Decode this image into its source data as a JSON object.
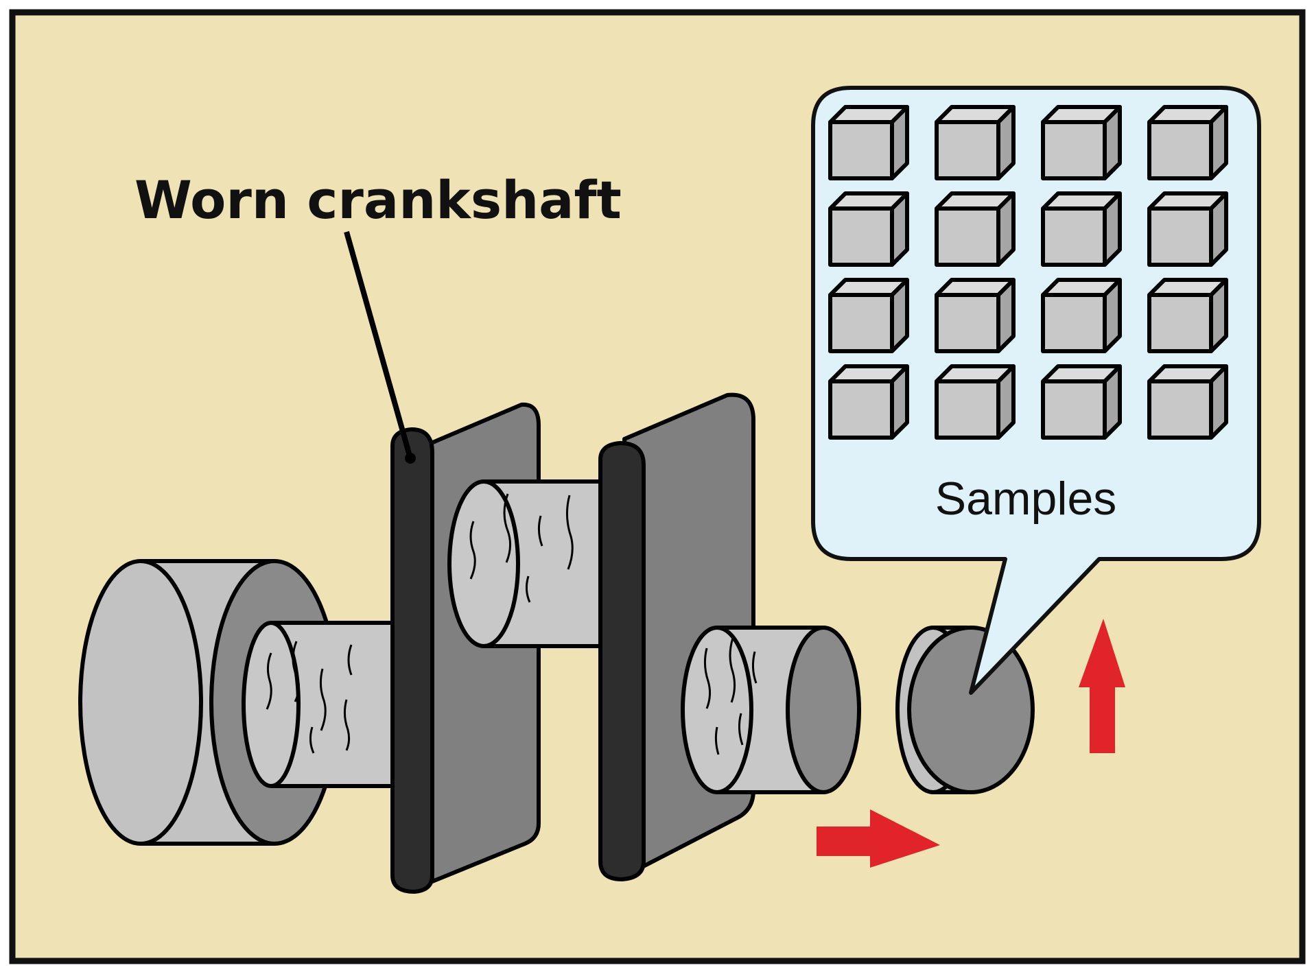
{
  "labels": {
    "crankshaft": "Worn crankshaft",
    "samples": "Samples"
  },
  "colors": {
    "background": "#efe2b4",
    "frame": "#111111",
    "callout_fill": "#dff2fa",
    "cube_front": "#c8c8c8",
    "cube_top": "#dcdcdc",
    "cube_side": "#a5a5a5",
    "journal_light": "#c8c8c8",
    "journal_dark": "#8a8a8a",
    "web_face": "#808080",
    "web_edge": "#2d2d2d",
    "arrow": "#e0242a"
  },
  "sample_grid": {
    "rows": 4,
    "cols": 4
  },
  "icons": {
    "crankshaft": "crankshaft-drawing",
    "sample_disc": "cut-disc-icon",
    "cube": "sample-cube-icon",
    "arrow_right": "arrow-right-icon",
    "arrow_up": "arrow-up-icon"
  }
}
